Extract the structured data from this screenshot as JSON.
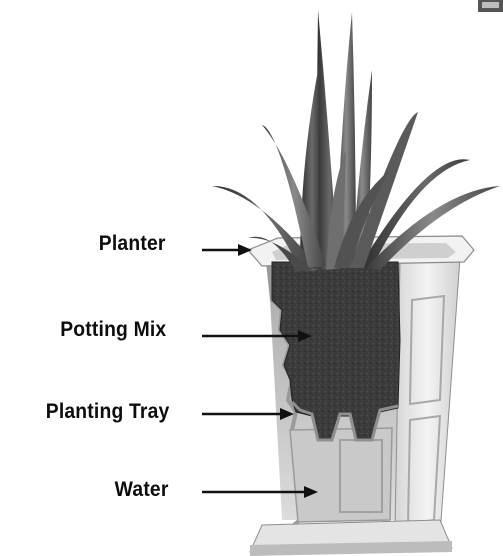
{
  "labels": {
    "planter": "Planter",
    "potting_mix": "Potting Mix",
    "planting_tray": "Planting Tray",
    "water": "Water"
  },
  "colors": {
    "background": "#ffffff",
    "label_text": "#0d0d0d",
    "arrow": "#111111",
    "planter_body": "#ededed",
    "planter_shadow": "#b9b9b9",
    "soil": "#3a3a3a",
    "leaves": "#5a5a5a",
    "leaves_highlight": "#8a8a8a"
  },
  "icons": {
    "arrow": "right-arrow-icon"
  }
}
